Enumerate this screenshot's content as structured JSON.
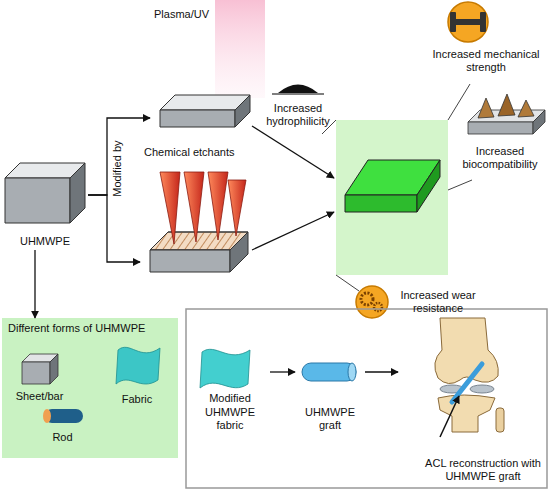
{
  "diagram": {
    "nodes": [
      {
        "text": [
          "UHMWPE"
        ]
      },
      {
        "text": [
          "Plasma/UV"
        ]
      },
      {
        "text": [
          "Chemical etchants"
        ]
      },
      {
        "text": [
          "Increased mechanical strength"
        ]
      },
      {
        "text": [
          "Increased hydrophilicity"
        ]
      },
      {
        "text": [
          "Increased biocompatibility"
        ]
      },
      {
        "text": [
          "Increased wear resistance"
        ]
      },
      {
        "text": [
          "Different forms of UHMWPE"
        ]
      },
      {
        "text": [
          "Sheet/bar"
        ],
        "in": 7
      },
      {
        "text": [
          "Fabric"
        ],
        "in": 7
      },
      {
        "text": [
          "Rod"
        ],
        "in": 7
      },
      {
        "text": [
          "Modified UHMWPE fabric"
        ]
      },
      {
        "text": [
          "UHMWPE graft"
        ]
      },
      {
        "text": [
          "ACL reconstruction with UHMWPE graft"
        ]
      }
    ],
    "edges": [
      {
        "from": 0,
        "to": 1,
        "arrow": "to"
      },
      {
        "from": 0,
        "to": 2,
        "arrow": "to"
      },
      {
        "from": 0,
        "to": 7,
        "arrow": "to"
      },
      {
        "from": 11,
        "to": 12,
        "arrow": "to"
      },
      {
        "from": 12,
        "to": 13,
        "arrow": "to"
      }
    ],
    "labels": [
      "Modified by"
    ]
  }
}
